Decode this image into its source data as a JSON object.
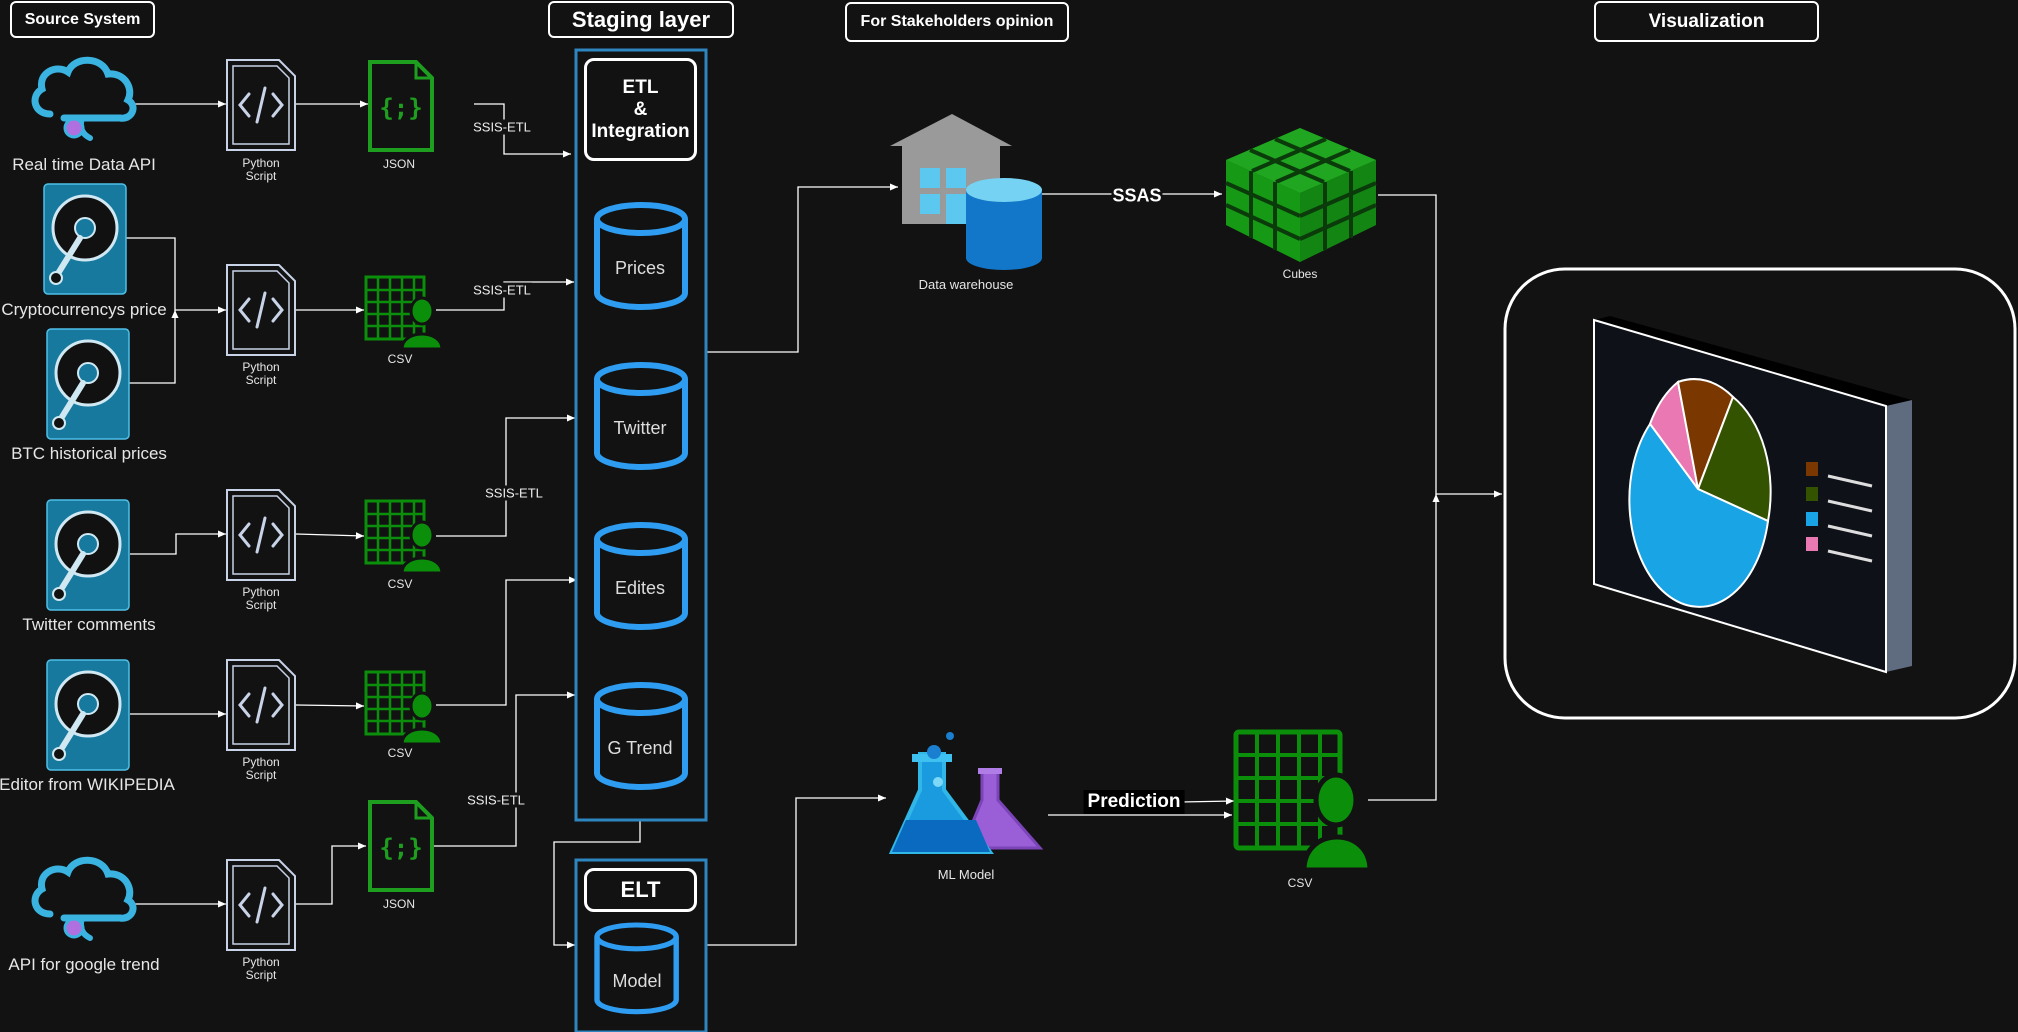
{
  "headers": {
    "source_system": "Source System",
    "staging_layer": "Staging layer",
    "stakeholders": "For Stakeholders opinion",
    "visualization": "Visualization"
  },
  "sources": {
    "realtime_api": "Real time Data API",
    "crypto_price": "Cryptocurrencys price",
    "btc_history": "BTC historical prices",
    "twitter_comments": "Twitter comments",
    "wikipedia_editor": "Editor from WIKIPEDIA",
    "google_trend_api": "API for google trend"
  },
  "python_script_label": [
    "Python",
    "Script"
  ],
  "file_labels": {
    "json": "JSON",
    "csv": "CSV"
  },
  "staging": {
    "etl_title": "ETL\n&\nIntegration",
    "tables": [
      "Prices",
      "Twitter",
      "Edites",
      "G Trend"
    ],
    "elt_title": "ELT",
    "elt_table": "Model"
  },
  "edge_labels": {
    "ssis_etl": "SSIS-ETL",
    "ssas": "SSAS",
    "prediction": "Prediction"
  },
  "outputs": {
    "data_warehouse": "Data warehouse",
    "cubes": "Cubes",
    "ml_model": "ML Model",
    "csv": "CSV"
  },
  "colors": {
    "background": "#121212",
    "cloud": "#3bb3e0",
    "disk": "#1b7a9f",
    "json_green": "#1e9e1e",
    "csv_green": "#0b8f0b",
    "cylinder_blue": "#2e9cf0",
    "cube_green": "#169a16",
    "pie_blue": "#19a4e6",
    "pie_green": "#345300",
    "pie_brown": "#7a3800",
    "pie_pink": "#ea78b2"
  },
  "icons": [
    "cloud-api-icon",
    "hard-disk-icon",
    "python-script-icon",
    "json-file-icon",
    "csv-user-icon",
    "database-cylinder-icon",
    "data-warehouse-icon",
    "cube-icon",
    "ml-flask-icon",
    "monitor-pie-chart-icon"
  ]
}
